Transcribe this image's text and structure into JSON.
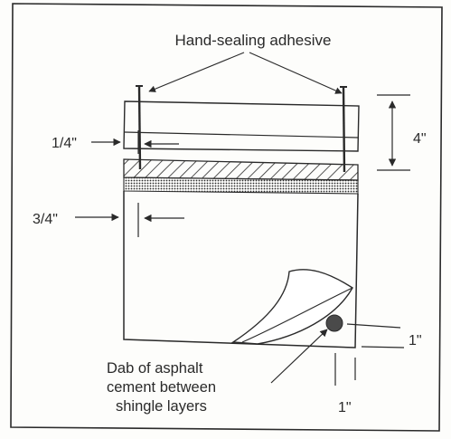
{
  "labels": {
    "adhesive": "Hand-sealing adhesive",
    "quarter_inch": "1/4\"",
    "four_inch": "4\"",
    "three_quarter_inch": "3/4\"",
    "one_inch_right": "1\"",
    "one_inch_bottom": "1\"",
    "asphalt_line1": "Dab of asphalt",
    "asphalt_line2": "cement between",
    "asphalt_line3": "shingle layers"
  },
  "colors": {
    "ink": "#2a2a2a",
    "paper": "#fdfdfb",
    "asphalt_dab": "#4a4a4a"
  }
}
